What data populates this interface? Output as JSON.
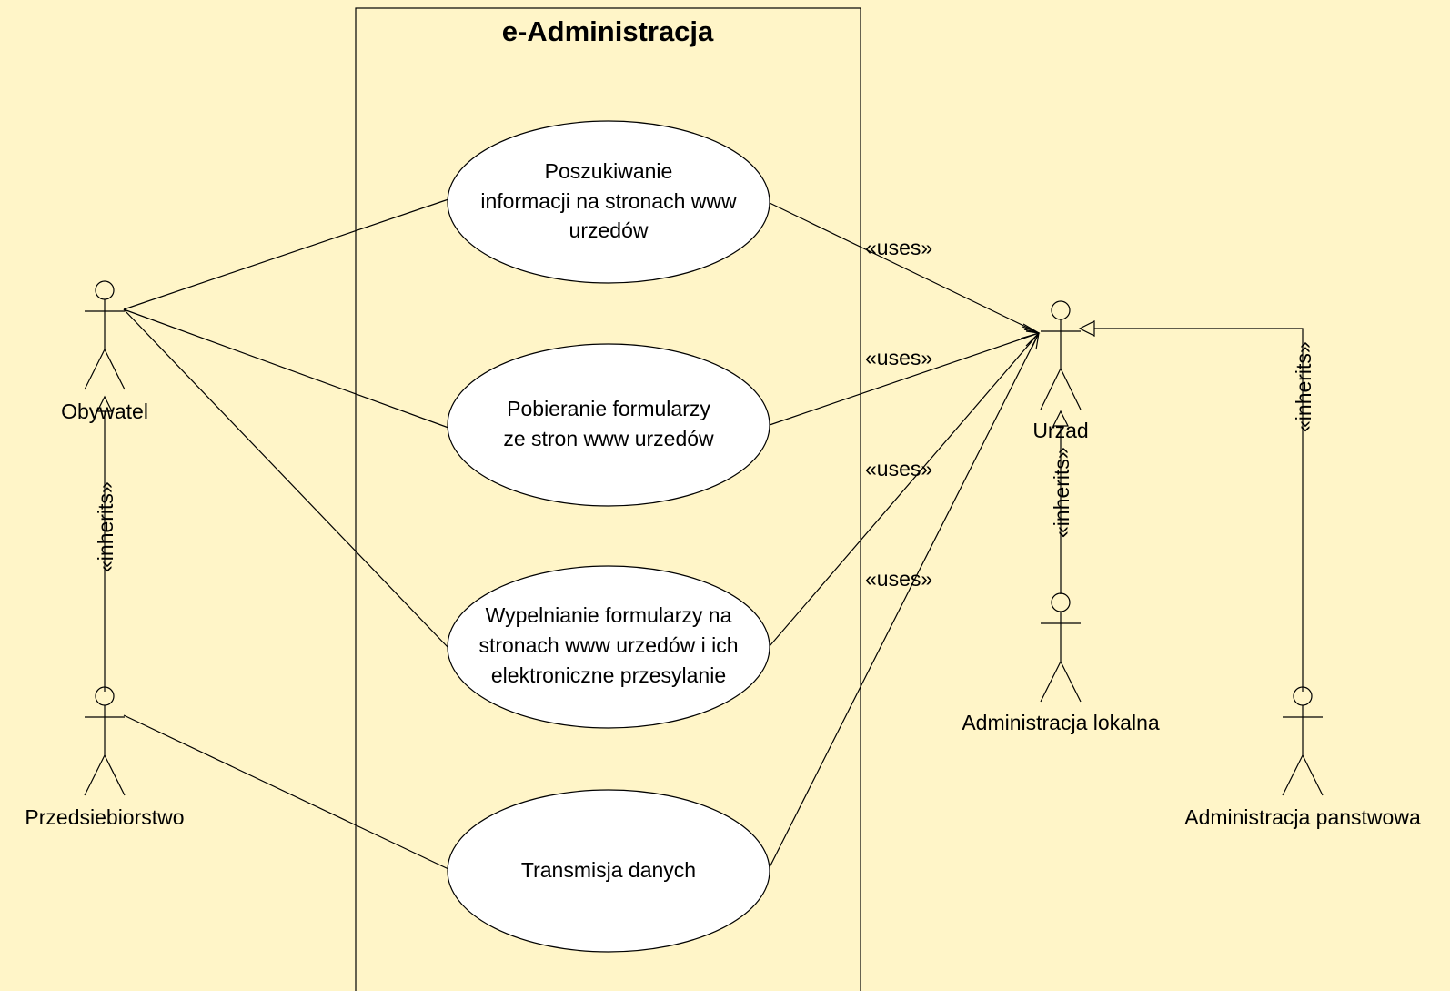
{
  "system": {
    "title": "e-Administracja"
  },
  "use_cases": [
    {
      "id": "uc1",
      "lines": [
        "Poszukiwanie",
        "informacji na stronach www",
        "urzedów"
      ]
    },
    {
      "id": "uc2",
      "lines": [
        "Pobieranie formularzy",
        "ze stron www urzedów"
      ]
    },
    {
      "id": "uc3",
      "lines": [
        "Wypelnianie formularzy na",
        "stronach www urzedów i ich",
        "elektroniczne przesylanie"
      ]
    },
    {
      "id": "uc4",
      "lines": [
        "Transmisja danych"
      ]
    }
  ],
  "actors": {
    "obywatel": "Obywatel",
    "przedsiebiorstwo": "Przedsiebiorstwo",
    "urzad": "Urzad",
    "administracja_lokalna": "Administracja lokalna",
    "administracja_panstwowa": "Administracja panstwowa"
  },
  "stereotypes": {
    "uses": "«uses»",
    "inherits": "«inherits»"
  }
}
